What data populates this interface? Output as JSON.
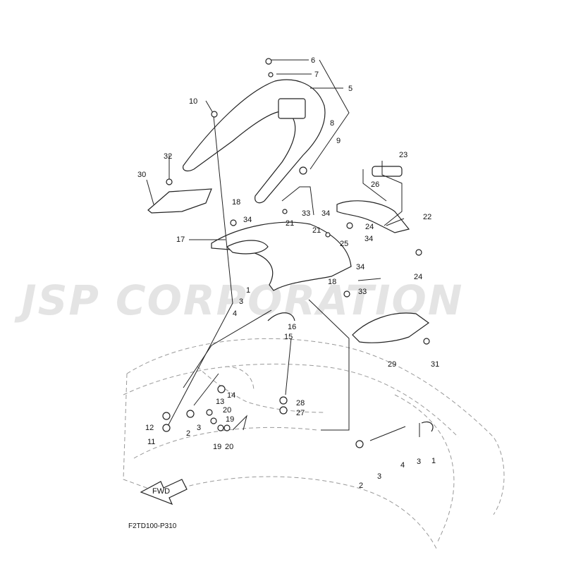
{
  "watermark": "JSP CORPORATION",
  "diagram_code": "F2TD100-P310",
  "fwd_label": "FWD",
  "callouts": [
    {
      "id": "c6",
      "text": "6"
    },
    {
      "id": "c7",
      "text": "7"
    },
    {
      "id": "c5",
      "text": "5"
    },
    {
      "id": "c10",
      "text": "10"
    },
    {
      "id": "c8",
      "text": "8"
    },
    {
      "id": "c9",
      "text": "9"
    },
    {
      "id": "c32",
      "text": "32"
    },
    {
      "id": "c30",
      "text": "30"
    },
    {
      "id": "c23",
      "text": "23"
    },
    {
      "id": "c26",
      "text": "26"
    },
    {
      "id": "c18a",
      "text": "18"
    },
    {
      "id": "c34a",
      "text": "34"
    },
    {
      "id": "c33a",
      "text": "33"
    },
    {
      "id": "c34b",
      "text": "34"
    },
    {
      "id": "c22",
      "text": "22"
    },
    {
      "id": "c21a",
      "text": "21"
    },
    {
      "id": "c24a",
      "text": "24"
    },
    {
      "id": "c17",
      "text": "17"
    },
    {
      "id": "c21b",
      "text": "21"
    },
    {
      "id": "c25",
      "text": "25"
    },
    {
      "id": "c34c",
      "text": "34"
    },
    {
      "id": "c24b",
      "text": "24"
    },
    {
      "id": "c34d",
      "text": "34"
    },
    {
      "id": "c18b",
      "text": "18"
    },
    {
      "id": "c33b",
      "text": "33"
    },
    {
      "id": "c1a",
      "text": "1"
    },
    {
      "id": "c3a",
      "text": "3"
    },
    {
      "id": "c4a",
      "text": "4"
    },
    {
      "id": "c16",
      "text": "16"
    },
    {
      "id": "c15",
      "text": "15"
    },
    {
      "id": "c29",
      "text": "29"
    },
    {
      "id": "c31",
      "text": "31"
    },
    {
      "id": "c14",
      "text": "14"
    },
    {
      "id": "c13",
      "text": "13"
    },
    {
      "id": "c28",
      "text": "28"
    },
    {
      "id": "c27",
      "text": "27"
    },
    {
      "id": "c20a",
      "text": "20"
    },
    {
      "id": "c19a",
      "text": "19"
    },
    {
      "id": "c12",
      "text": "12"
    },
    {
      "id": "c11",
      "text": "11"
    },
    {
      "id": "c2a",
      "text": "2"
    },
    {
      "id": "c3b",
      "text": "3"
    },
    {
      "id": "c19b",
      "text": "19"
    },
    {
      "id": "c20b",
      "text": "20"
    },
    {
      "id": "c4b",
      "text": "4"
    },
    {
      "id": "c3c",
      "text": "3"
    },
    {
      "id": "c1b",
      "text": "1"
    },
    {
      "id": "c2b",
      "text": "2"
    },
    {
      "id": "c3d",
      "text": "3"
    }
  ]
}
